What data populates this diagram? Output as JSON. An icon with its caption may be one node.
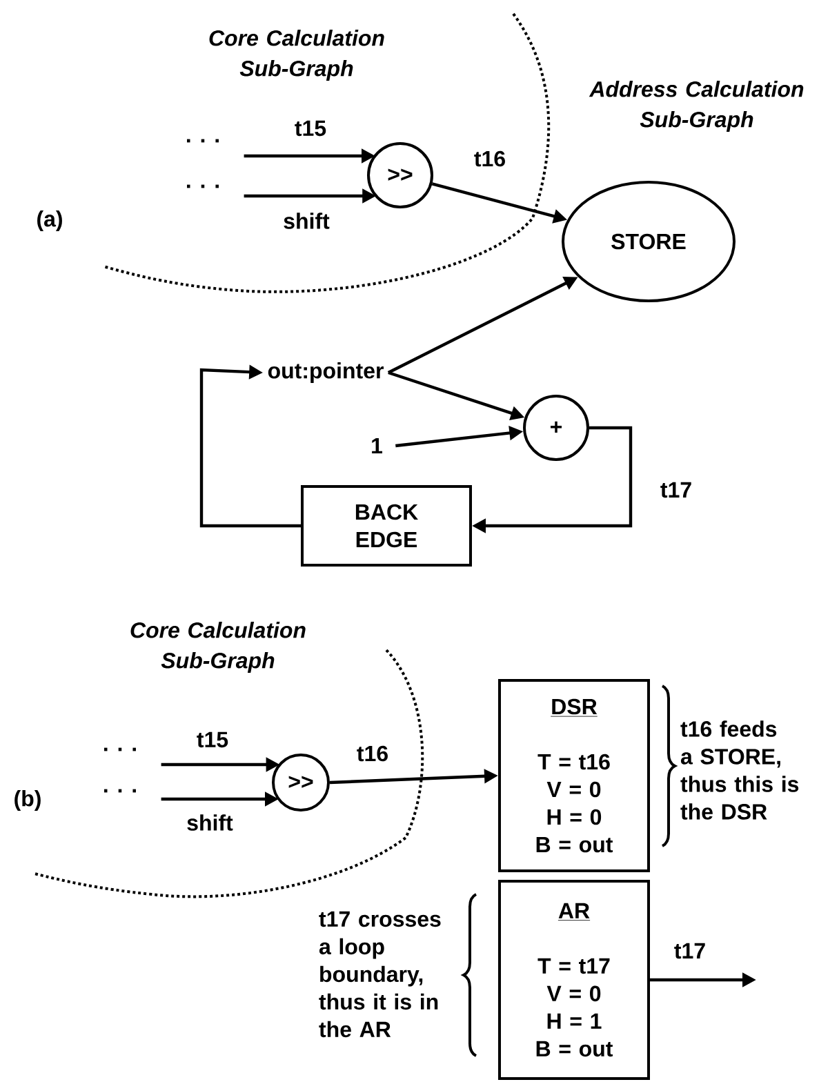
{
  "diagram": {
    "nodes": [
      {
        "text": [
          ". . ."
        ]
      },
      {
        "text": [
          ". . ."
        ]
      },
      {
        "text": [
          ">>"
        ]
      },
      {
        "text": [
          "STORE"
        ]
      },
      {
        "text": [
          "out:pointer"
        ]
      },
      {
        "text": [
          "+"
        ]
      },
      {
        "text": [
          "1"
        ]
      },
      {
        "text": [
          "BACK EDGE"
        ]
      },
      {
        "text": [
          ". . ."
        ]
      },
      {
        "text": [
          ". . ."
        ]
      },
      {
        "text": [
          ">>"
        ]
      },
      {
        "text": [
          "DSR",
          "T = t16",
          "V = 0",
          "H = 0",
          "B = out"
        ],
        "beside": [
          "t16 feeds a STORE, thus this is the DSR"
        ]
      },
      {
        "text": [
          "AR",
          "T = t17",
          "V = 0",
          "H = 1",
          "B = out"
        ],
        "beside": [
          "t17 crosses a loop boundary, thus it is in the AR"
        ]
      }
    ],
    "edges": [
      {
        "from": 0,
        "to": 2,
        "arrow": "to",
        "label": "t15"
      },
      {
        "from": 1,
        "to": 2,
        "arrow": "to",
        "label": "shift"
      },
      {
        "from": 2,
        "to": 3,
        "arrow": "to",
        "label": "t16"
      },
      {
        "from": 4,
        "to": 3,
        "arrow": "to"
      },
      {
        "from": 4,
        "to": 5,
        "arrow": "to"
      },
      {
        "from": 6,
        "to": 5,
        "arrow": "to"
      },
      {
        "from": 5,
        "to": 7,
        "arrow": "to",
        "label": "t17"
      },
      {
        "from": 7,
        "to": 4,
        "arrow": "to"
      },
      {
        "from": 8,
        "to": 10,
        "arrow": "to",
        "label": "t15"
      },
      {
        "from": 9,
        "to": 10,
        "arrow": "to",
        "label": "shift"
      },
      {
        "from": 10,
        "to": 11,
        "arrow": "to",
        "label": "t16"
      },
      {
        "from": 12,
        "to": null,
        "arrow": "to",
        "label": "t17"
      }
    ],
    "labels": [
      "Core Calculation Sub-Graph",
      "Address Calculation Sub-Graph",
      "(a)",
      "Core Calculation Sub-Graph",
      "(b)"
    ]
  }
}
